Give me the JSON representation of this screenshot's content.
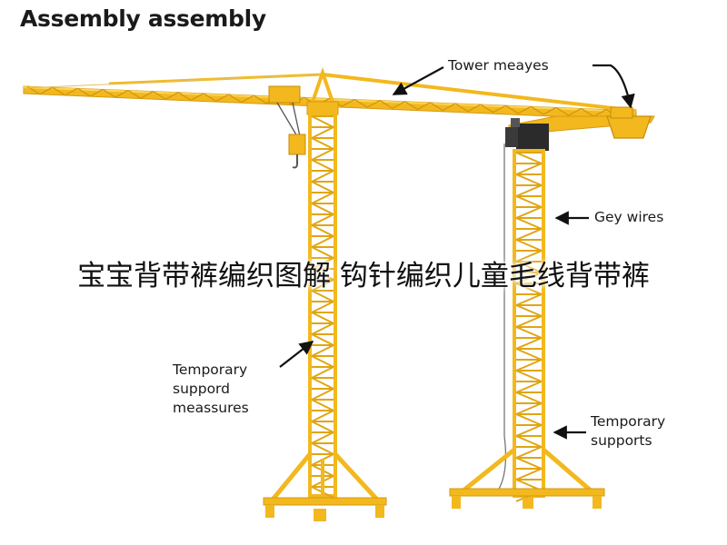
{
  "title": "Assembly assembly",
  "labels": {
    "tower_meayes": "Tower meayes",
    "gey_wires": "Gey wires",
    "temp_suppord": [
      "Temporary",
      "suppord",
      "meassures"
    ],
    "temp_supports": [
      "Temporary",
      "supports"
    ]
  },
  "overlay_text": "宝宝背带裤编织图解 钩针编织儿童毛线背带裤",
  "colors": {
    "steel": "#f2b81e",
    "steel_dark": "#d69a10",
    "steel_light": "#fcd65a",
    "machinery": "#2b2b2b",
    "arrow": "#111111"
  }
}
